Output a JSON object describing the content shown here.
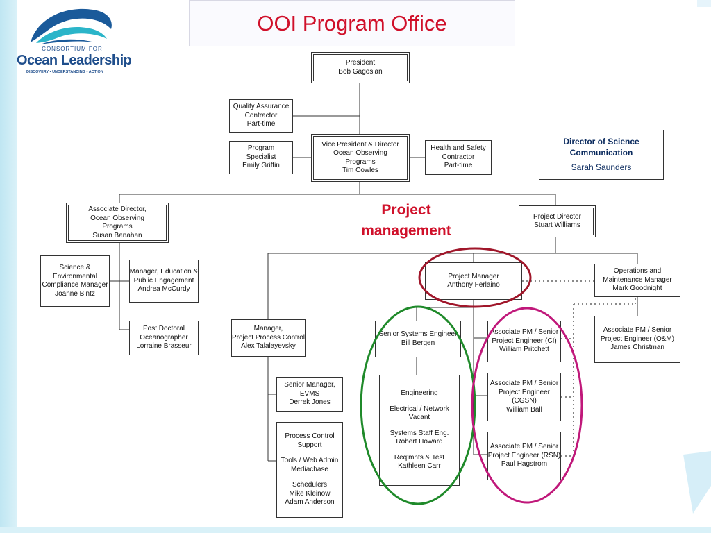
{
  "title": "OOI Program Office",
  "logo": {
    "line1": "CONSORTIUM FOR",
    "line2": "Ocean Leadership",
    "tagline": "DISCOVERY • UNDERSTANDING • ACTION"
  },
  "boxes": {
    "president": [
      "President",
      "Bob Gagosian"
    ],
    "qa": [
      "Quality Assurance",
      "Contractor",
      "Part-time"
    ],
    "program_specialist": [
      "Program",
      "Specialist",
      "Emily Griffin"
    ],
    "vp": [
      "Vice President & Director",
      "Ocean Observing",
      "Programs",
      "Tim Cowles"
    ],
    "hs": [
      "Health and Safety",
      "Contractor",
      "Part-time"
    ],
    "assoc_director": [
      "Associate Director,",
      "Ocean Observing",
      "Programs",
      "Susan Banahan"
    ],
    "project_director": [
      "Project Director",
      "Stuart Williams"
    ],
    "science_env": [
      "Science &",
      "Environmental",
      "Compliance Manager",
      "Joanne Bintz"
    ],
    "edu_manager": [
      "Manager, Education &",
      "Public Engagement",
      "Andrea McCurdy"
    ],
    "postdoc": [
      "Post Doctoral",
      "Oceanographer",
      "Lorraine Brasseur"
    ],
    "ppc_manager": [
      "Manager,",
      "Project Process Control",
      "Alex Talalayevsky"
    ],
    "project_manager": [
      "Project Manager",
      "Anthony Ferlaino"
    ],
    "om_manager": [
      "Operations and",
      "Maintenance Manager",
      "Mark Goodnight"
    ],
    "sse": [
      "Senior Systems Engineer",
      "Bill Bergen"
    ],
    "apm_ci": [
      "Associate PM / Senior",
      "Project Engineer (CI)",
      "William Pritchett"
    ],
    "apm_om": [
      "Associate PM / Senior",
      "Project Engineer (O&M)",
      "James Christman"
    ],
    "evms": [
      "Senior Manager,",
      "EVMS",
      "Derrek Jones"
    ],
    "engineering": [
      "Engineering",
      "",
      "Electrical / Network",
      "Vacant",
      "",
      "Systems Staff Eng.",
      "Robert Howard",
      "",
      "Req'mnts & Test",
      "Kathleen Carr"
    ],
    "apm_cgsn": [
      "Associate PM / Senior",
      "Project Engineer",
      "(CGSN)",
      "William Ball"
    ],
    "process_support": [
      "Process Control",
      "Support",
      "",
      "Tools / Web Admin",
      "Mediachase",
      "",
      "Schedulers",
      "Mike Kleinow",
      "Adam Anderson"
    ],
    "apm_rsn": [
      "Associate PM / Senior",
      "Project Engineer (RSN)",
      "Paul Hagstrom"
    ]
  },
  "director_science": {
    "title": "Director of Science Communication",
    "name": "Sarah Saunders"
  },
  "callout": [
    "Project",
    "management"
  ],
  "colors": {
    "title": "#d0102a",
    "callout": "#d0102a",
    "ellipse_pm": "#a0162a",
    "ellipse_engineering": "#1f8a2a",
    "ellipse_apm": "#c0187a",
    "dsc_text": "#0a2a5e",
    "logo": "#1f4e8c"
  }
}
